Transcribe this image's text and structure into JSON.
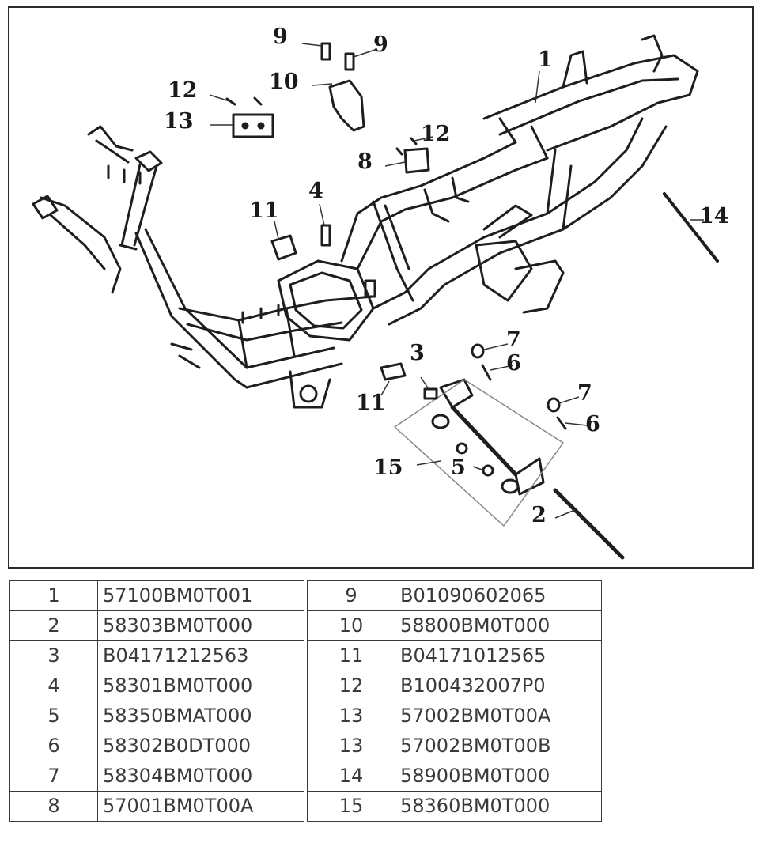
{
  "callouts": [
    {
      "id": "c1",
      "text": "1"
    },
    {
      "id": "c2",
      "text": "2"
    },
    {
      "id": "c3",
      "text": "3"
    },
    {
      "id": "c4",
      "text": "4"
    },
    {
      "id": "c5",
      "text": "5"
    },
    {
      "id": "c6a",
      "text": "6"
    },
    {
      "id": "c6b",
      "text": "6"
    },
    {
      "id": "c7a",
      "text": "7"
    },
    {
      "id": "c7b",
      "text": "7"
    },
    {
      "id": "c8",
      "text": "8"
    },
    {
      "id": "c9a",
      "text": "9"
    },
    {
      "id": "c9b",
      "text": "9"
    },
    {
      "id": "c10",
      "text": "10"
    },
    {
      "id": "c11a",
      "text": "11"
    },
    {
      "id": "c11b",
      "text": "11"
    },
    {
      "id": "c12a",
      "text": "12"
    },
    {
      "id": "c12b",
      "text": "12"
    },
    {
      "id": "c13",
      "text": "13"
    },
    {
      "id": "c14",
      "text": "14"
    },
    {
      "id": "c15",
      "text": "15"
    }
  ],
  "parts_left": [
    {
      "no": "1",
      "part": "57100BM0T001"
    },
    {
      "no": "2",
      "part": "58303BM0T000"
    },
    {
      "no": "3",
      "part": "B04171212563"
    },
    {
      "no": "4",
      "part": "58301BM0T000"
    },
    {
      "no": "5",
      "part": "58350BMAT000"
    },
    {
      "no": "6",
      "part": "58302B0DT000"
    },
    {
      "no": "7",
      "part": "58304BM0T000"
    },
    {
      "no": "8",
      "part": "57001BM0T00A"
    }
  ],
  "parts_right": [
    {
      "no": "9",
      "part": "B01090602065"
    },
    {
      "no": "10",
      "part": "58800BM0T000"
    },
    {
      "no": "11",
      "part": "B04171012565"
    },
    {
      "no": "12",
      "part": "B100432007P0"
    },
    {
      "no": "13",
      "part": "57002BM0T00A"
    },
    {
      "no": "13",
      "part": "57002BM0T00B"
    },
    {
      "no": "14",
      "part": "58900BM0T000"
    },
    {
      "no": "15",
      "part": "58360BM0T000"
    }
  ]
}
